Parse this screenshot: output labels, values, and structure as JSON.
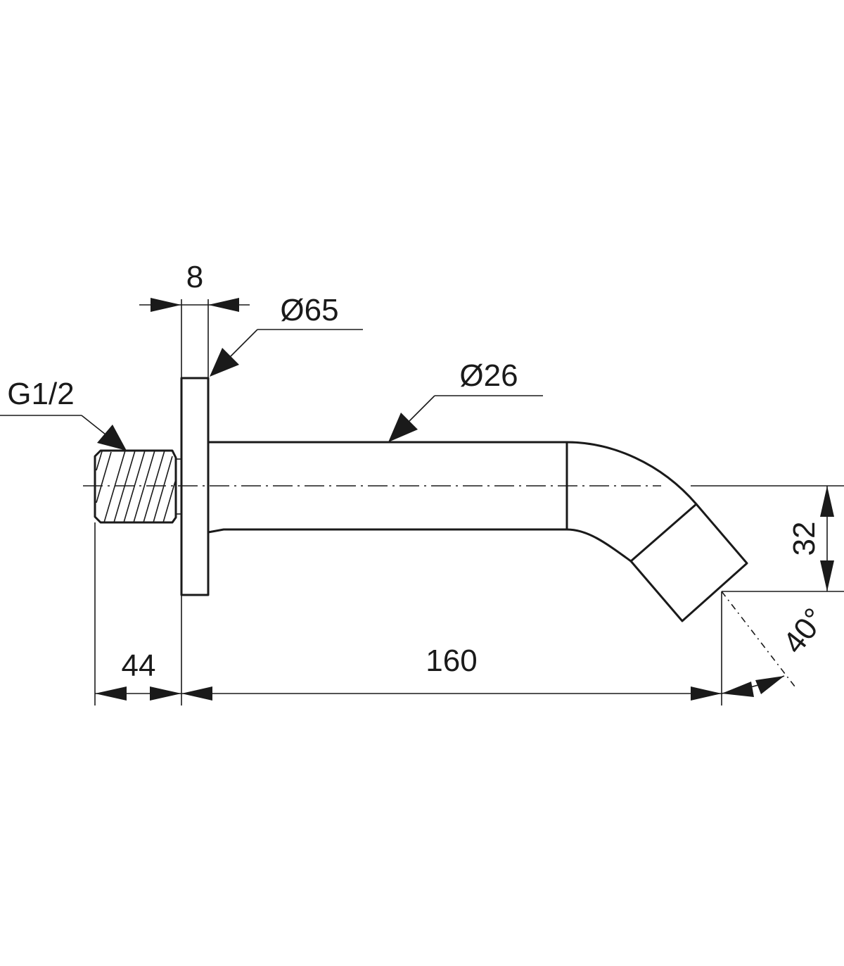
{
  "drawing": {
    "labels": {
      "flange_thickness": "8",
      "flange_diameter": "Ø65",
      "spout_diameter": "Ø26",
      "thread": "G1/2",
      "thread_length": "44",
      "spout_length": "160",
      "outlet_drop": "32",
      "outlet_angle": "40°"
    }
  }
}
